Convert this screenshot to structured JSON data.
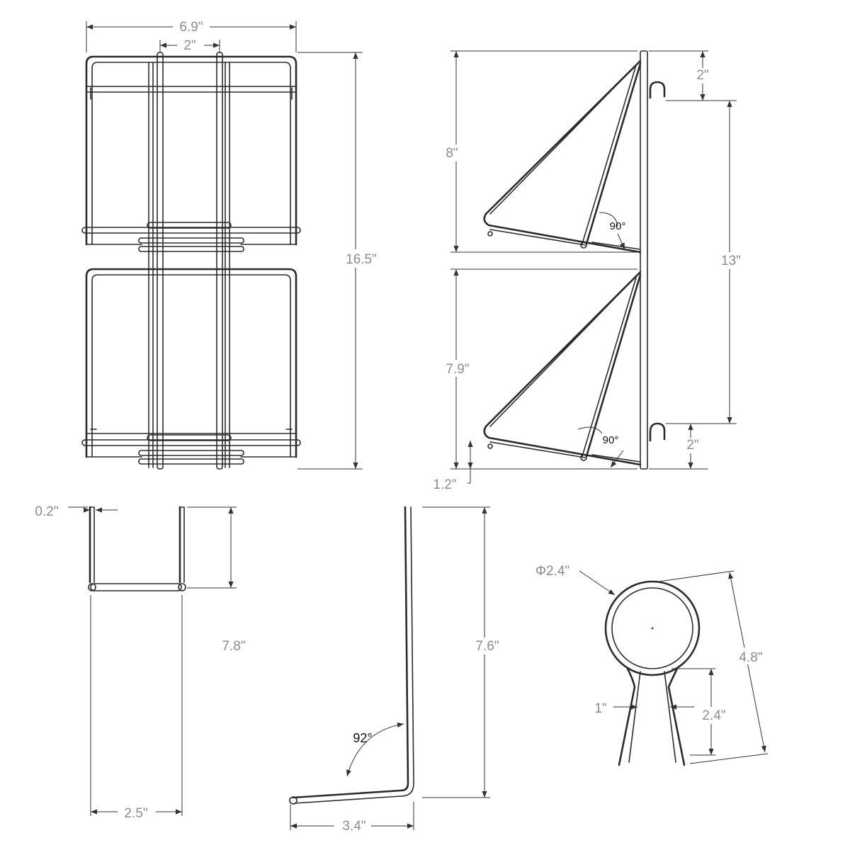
{
  "dimensions": {
    "front_view": {
      "overall_width": "6.9\"",
      "bar_spacing": "2\"",
      "overall_height": "16.5\""
    },
    "side_view": {
      "upper_height": "8\"",
      "lower_height": "7.9\"",
      "hook_top": "2\"",
      "hook_spacing": "13\"",
      "hook_bottom": "2\"",
      "foot_offset": "1.2\"",
      "angle_upper": "90°",
      "angle_lower": "90°"
    },
    "u_bar": {
      "wire_thickness": "0.2\"",
      "height": "7.8\"",
      "width": "2.5\""
    },
    "l_bar": {
      "height": "7.6\"",
      "bend_angle": "92°",
      "length": "3.4\""
    },
    "ring_hook": {
      "ring_diameter": "Φ2.4\"",
      "total_length": "4.8\"",
      "leg_gap": "1\"",
      "leg_length": "2.4\""
    }
  }
}
